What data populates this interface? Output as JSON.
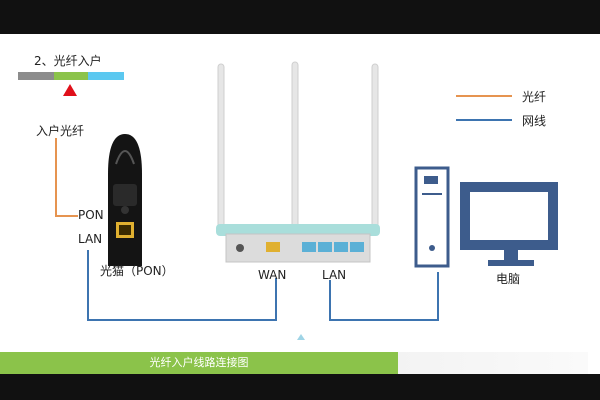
{
  "step": {
    "title": "2、光纤入户",
    "bar_colors": [
      "#8c8c8c",
      "#8bc34a",
      "#5bc8f0"
    ]
  },
  "legend": {
    "items": [
      {
        "label": "光纤",
        "color": "#e69450"
      },
      {
        "label": "网线",
        "color": "#3d74b0"
      }
    ]
  },
  "labels": {
    "fiber_in": "入户光纤",
    "pon_port": "PON",
    "lan_port_modem": "LAN",
    "modem_name": "光猫（PON）",
    "router_wan": "WAN",
    "router_lan": "LAN",
    "computer": "电脑"
  },
  "caption": "光纤入户线路连接图",
  "colors": {
    "fiber": "#e69450",
    "cable": "#3d74b0",
    "accent": "#8bc34a",
    "marker": "#e0101a"
  }
}
